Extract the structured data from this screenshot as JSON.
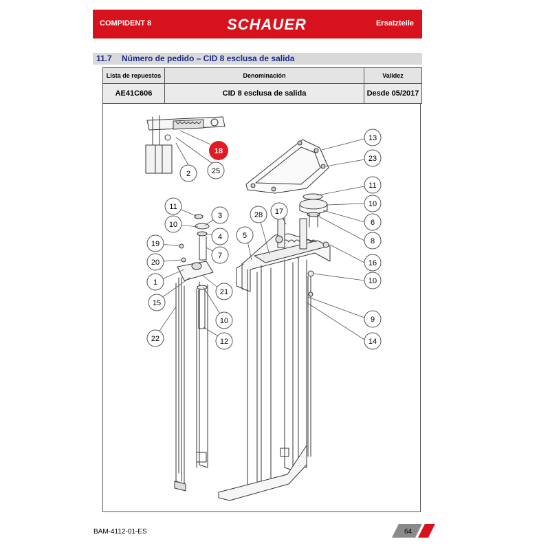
{
  "header": {
    "product": "COMPIDENT 8",
    "brand": "SCHAUER",
    "section_label": "Ersatzteile",
    "band_color": "#d8121d"
  },
  "section": {
    "number": "11.7",
    "title": "Número de pedido – CID 8 esclusa de salida",
    "title_color": "#1a2a8c"
  },
  "table": {
    "headers": [
      "Lista de repuestos",
      "Denominación",
      "Validez"
    ],
    "row": [
      "AE41C606",
      "CID 8 esclusa de salida",
      "Desde 05/2017"
    ]
  },
  "callouts": [
    "2",
    "25",
    "18",
    "13",
    "23",
    "11",
    "10",
    "6",
    "8",
    "16",
    "10",
    "9",
    "14",
    "17",
    "28",
    "5",
    "11",
    "10",
    "3",
    "4",
    "7",
    "19",
    "20",
    "1",
    "15",
    "21",
    "10",
    "12",
    "22"
  ],
  "highlight_callout": "18",
  "footer": {
    "doc_id": "BAM-4112-01-ES",
    "page": "64"
  }
}
